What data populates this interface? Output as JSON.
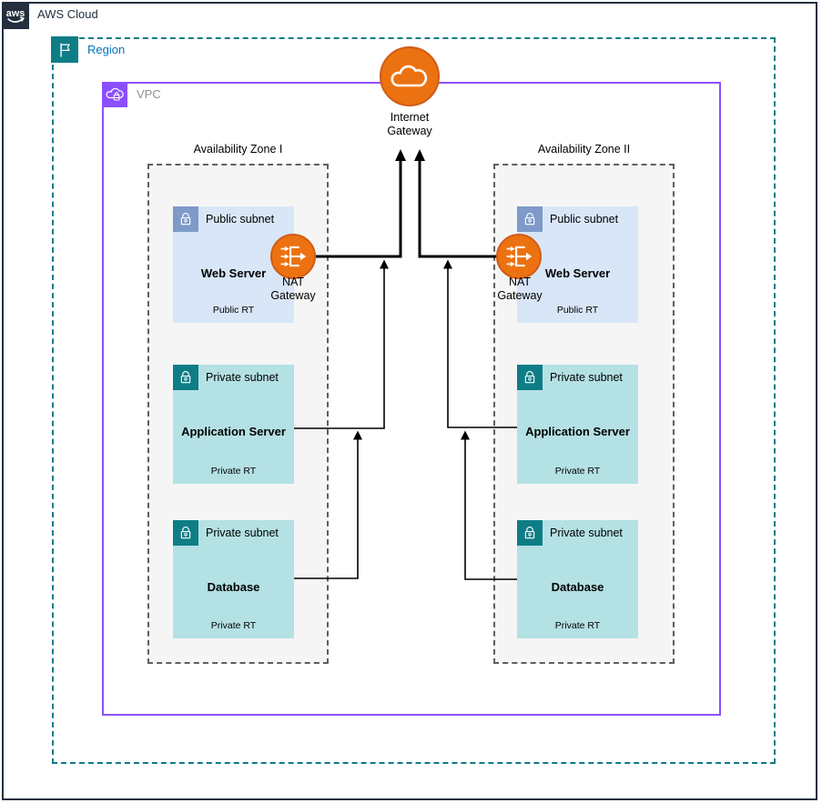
{
  "aws_cloud": {
    "label": "AWS Cloud",
    "logo_text": "aws"
  },
  "region": {
    "label": "Region"
  },
  "vpc": {
    "label": "VPC"
  },
  "internet_gateway": {
    "line1": "Internet",
    "line2": "Gateway"
  },
  "nat_gateway": {
    "line1": "NAT",
    "line2": "Gateway"
  },
  "zones": [
    {
      "label": "Availability Zone I",
      "public_subnet": {
        "label": "Public subnet",
        "server": "Web Server",
        "route_table": "Public RT"
      },
      "private_subnet_app": {
        "label": "Private subnet",
        "server": "Application Server",
        "route_table": "Private RT"
      },
      "private_subnet_db": {
        "label": "Private subnet",
        "server": "Database",
        "route_table": "Private RT"
      }
    },
    {
      "label": "Availability Zone II",
      "public_subnet": {
        "label": "Public subnet",
        "server": "Web Server",
        "route_table": "Public RT"
      },
      "private_subnet_app": {
        "label": "Private subnet",
        "server": "Application Server",
        "route_table": "Private RT"
      },
      "private_subnet_db": {
        "label": "Private subnet",
        "server": "Database",
        "route_table": "Private RT"
      }
    }
  ],
  "connections": [
    {
      "from": "database",
      "to": "application-server"
    },
    {
      "from": "application-server",
      "to": "nat-gateway"
    },
    {
      "from": "nat-gateway",
      "to": "internet-gateway"
    }
  ],
  "colors": {
    "aws_cloud_border": "#232F3E",
    "region_teal": "#0E7D86",
    "region_label_blue": "#0073BB",
    "vpc_purple": "#8C4FFF",
    "vpc_label_gray": "#8F8F8F",
    "orange_node": "#EC7211",
    "public_subnet_bg": "#D8E6F8",
    "public_subnet_icon": "#7D9AC9",
    "private_subnet_bg": "#B4E1E4",
    "private_subnet_icon": "#0E7D86",
    "az_background": "#F5F5F5",
    "az_border": "#5F5F5F"
  }
}
